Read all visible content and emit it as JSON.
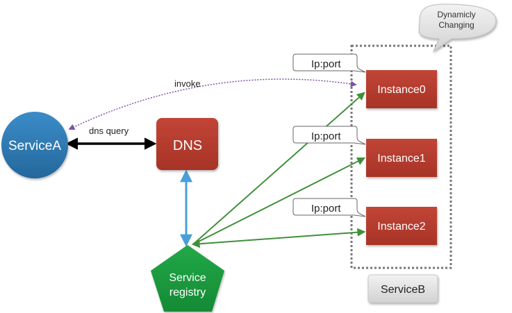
{
  "nodes": {
    "service_a": "ServiceA",
    "dns": "DNS",
    "registry_line1": "Service",
    "registry_line2": "registry",
    "instance0": "Instance0",
    "instance1": "Instance1",
    "instance2": "Instance2",
    "service_b": "ServiceB"
  },
  "labels": {
    "invoke": "invoke",
    "dns_query": "dns query",
    "ip_port_0": "Ip:port",
    "ip_port_1": "Ip:port",
    "ip_port_2": "Ip:port",
    "bubble_line1": "Dynamicly",
    "bubble_line2": "Changing"
  },
  "colors": {
    "service_a": "#2e7cb6",
    "dns": "#b43a2c",
    "instance": "#b43a2c",
    "registry": "#1d9a3f",
    "green_edge": "#3f8f3a",
    "blue_edge": "#4a9fd8",
    "invoke_edge": "#7a52a8",
    "black_edge": "#000000"
  }
}
